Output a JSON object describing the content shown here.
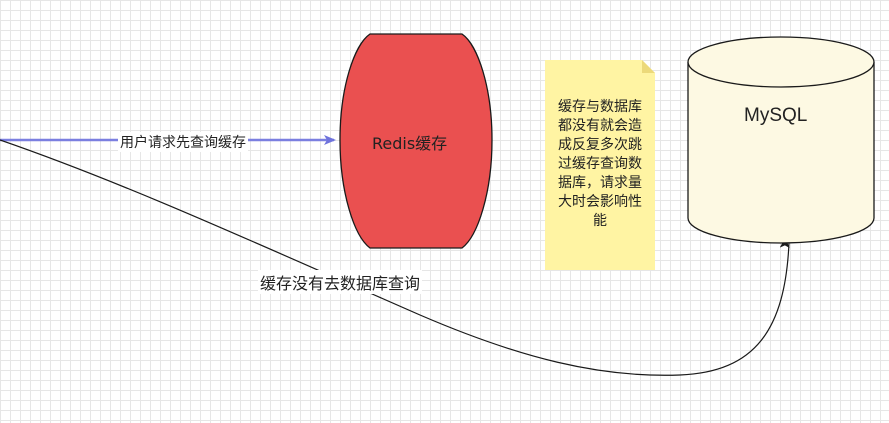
{
  "diagram": {
    "nodes": {
      "redis": {
        "label": "Redis缓存",
        "fill": "#ea5050",
        "stroke": "#1a1a1a"
      },
      "mysql": {
        "label": "MySQL",
        "fill": "#fdf9e3",
        "stroke": "#1a1a1a"
      },
      "note": {
        "text": "缓存与数据库都没有就会造成反复多次跳过缓存查询数据库，请求量大时会影响性能",
        "fill": "#fff4a3"
      }
    },
    "edges": {
      "client_to_redis": {
        "label": "用户请求先查询缓存",
        "color": "#7b7fe0"
      },
      "client_to_mysql": {
        "label": "缓存没有去数据库查询",
        "color": "#1a1a1a"
      }
    }
  }
}
